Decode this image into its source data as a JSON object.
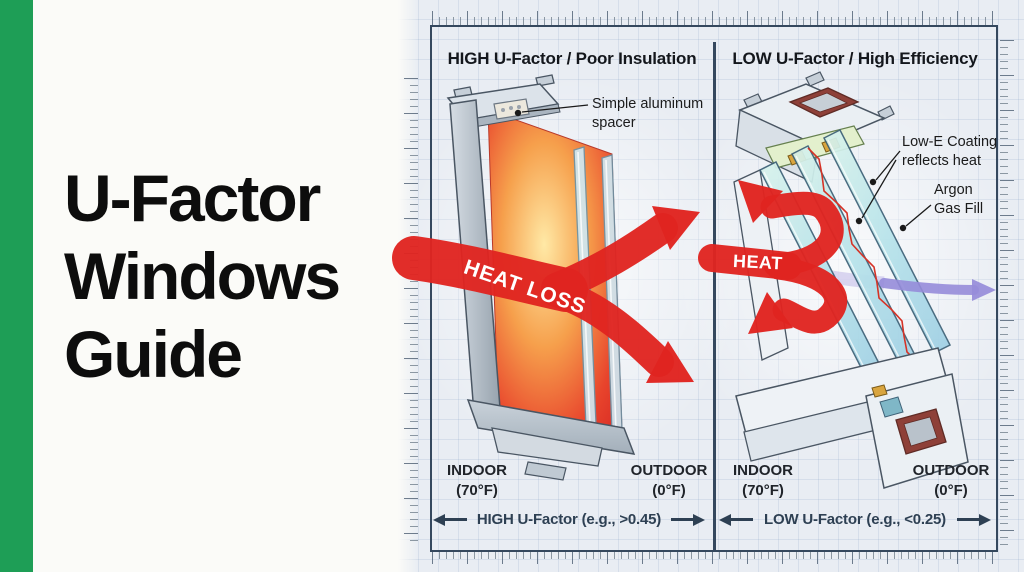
{
  "title": "U-Factor Windows Guide",
  "colors": {
    "accent_green": "#1e9e56",
    "heat_arrow_red": "#e02420",
    "cool_arrow_purple": "#968cd9",
    "blueprint_line": "#35485e"
  },
  "panels": {
    "left": {
      "header": "HIGH U-Factor / Poor Insulation",
      "spacer_label": "Simple aluminum spacer",
      "heat_arrow_label": "HEAT LOSS",
      "indoor": {
        "label": "INDOOR",
        "temp": "(70°F)"
      },
      "outdoor": {
        "label": "OUTDOOR",
        "temp": "(0°F)"
      },
      "measure": "HIGH U-Factor (e.g., >0.45)"
    },
    "right": {
      "header": "LOW U-Factor / High Efficiency",
      "lowe_label": "Low-E Coating reflects heat",
      "argon_label": "Argon Gas Fill",
      "heat_arrow_label": "HEAT",
      "indoor": {
        "label": "INDOOR",
        "temp": "(70°F)"
      },
      "outdoor": {
        "label": "OUTDOOR",
        "temp": "(0°F)"
      },
      "measure": "LOW U-Factor (e.g., <0.25)"
    }
  }
}
